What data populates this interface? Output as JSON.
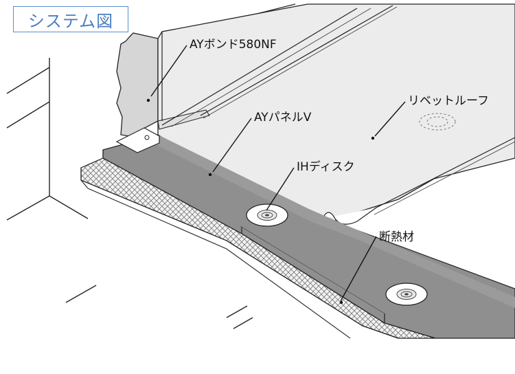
{
  "title": "システム図",
  "labels": {
    "adhesive": "AYボンド580NF",
    "panel": "AYパネルV",
    "roof": "リベットルーフ",
    "disc": "IHディスク",
    "insulation": "断熱材"
  },
  "colors": {
    "title_text": "#4a7fc0",
    "title_border": "#5b8fc9",
    "wall_fill": "#d6d6d6",
    "sheet_fill": "#ececec",
    "panel_fill": "#8f8f8f",
    "panel_light": "#a3a3a3",
    "line": "#222222"
  }
}
